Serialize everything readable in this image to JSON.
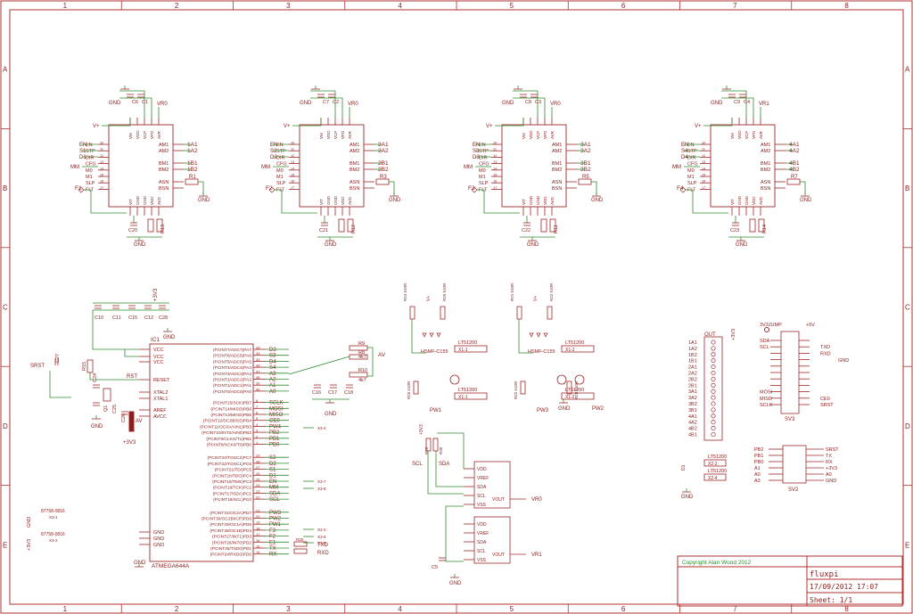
{
  "frame": {
    "columns": [
      "1",
      "2",
      "3",
      "4",
      "5",
      "6",
      "7",
      "8"
    ],
    "rows": [
      "A",
      "B",
      "C",
      "D",
      "E"
    ]
  },
  "colors": {
    "line": "#a0282a",
    "net": "#2e8b2e",
    "text": "#8b1a1a",
    "frame": "#b03030"
  },
  "drivers": [
    {
      "id": "1",
      "flt": "F1",
      "caps": [
        "C6",
        "C1"
      ],
      "r_top": "VR0",
      "rs": "R1",
      "cap_bottom": "C20",
      "r_bottom": "R13",
      "sig": [
        "EN",
        "S1",
        "D1",
        "MM"
      ],
      "out": [
        "1A1",
        "1A2",
        "1B1",
        "1B2"
      ]
    },
    {
      "id": "2",
      "flt": "F2",
      "caps": [
        "C7",
        "C2"
      ],
      "r_top": "VR0",
      "rs": "R3",
      "cap_bottom": "C21",
      "r_bottom": "R12",
      "sig": [
        "EN",
        "S2",
        "D2",
        "MM"
      ],
      "out": [
        "2A1",
        "2A2",
        "2B1",
        "2B2"
      ]
    },
    {
      "id": "3",
      "flt": "F3",
      "caps": [
        "C8",
        "C3"
      ],
      "r_top": "VR0",
      "rs": "R5",
      "cap_bottom": "C22",
      "r_bottom": "R11",
      "sig": [
        "EN",
        "S3",
        "D3",
        "MM"
      ],
      "out": [
        "3A1",
        "3A2",
        "3B1",
        "3B2"
      ]
    },
    {
      "id": "4",
      "flt": "F4",
      "caps": [
        "C9",
        "C4"
      ],
      "r_top": "VR1",
      "rs": "R7",
      "cap_bottom": "C23",
      "r_bottom": "R14",
      "sig": [
        "EN",
        "S4",
        "D4",
        "MM"
      ],
      "out": [
        "4A1",
        "4A2",
        "4B1",
        "4B2"
      ]
    }
  ],
  "driver_pins_left": [
    "EN",
    "STP",
    "DIR",
    "CFG",
    "M0",
    "M1",
    "SLP",
    "FLT"
  ],
  "driver_pins_top": [
    "VM",
    "VDD",
    "VCP",
    "VPD",
    "AVR"
  ],
  "driver_pins_right": [
    "AM1",
    "AM2",
    "BM1",
    "BM2",
    "ASN",
    "BSN"
  ],
  "driver_pins_bottom": [
    "VIT",
    "GND",
    "GND",
    "VDD",
    "AVD"
  ],
  "labels": {
    "gnd": "GND",
    "vplus": "V+",
    "av": "AV",
    "v33": "+3V3",
    "v5": "+5V"
  },
  "mcu": {
    "name": "IC1",
    "part": "ATMEGA644A",
    "left_pins": [
      "VCC",
      "VCC",
      "VCC",
      "RESET",
      "XTAL2",
      "XTAL1",
      "AREF",
      "AVCC",
      "GND",
      "GND",
      "GND"
    ],
    "right_pins": [
      "(PCINT7/ADC7)PA7",
      "(PCINT6/ADC6)PA6",
      "(PCINT5/ADC5)PA5",
      "(PCINT4/ADC4)PA4",
      "(PCINT3/ADC3)PA3",
      "(PCINT2/ADC2)PA2",
      "(PCINT1/ADC1)PA1",
      "(PCINT0/ADC0)PA0",
      "(PCINT15/SCK)PB7",
      "(PCINT14/MISO)PB6",
      "(PCINT13/MOSI)PB5",
      "(PCINT12/OC0B/SS)PB4",
      "(PCINT11/OC0A/AIN1)PB3",
      "(PCINT10/INT2/AIN0)PB2",
      "(PCINT9/CLKO/T1)PB1",
      "(PCINT8/XCK0/T0)PB0",
      "(PCINT23/TOSC2)PC7",
      "(PCINT22/TOSC1)PC6",
      "(PCINT21/TDI)PC5",
      "(PCINT20/TDO)PC4",
      "(PCINT19/TMS)PC3",
      "(PCINT18/TCK)PC2",
      "(PCINT17/SDA)PC1",
      "(PCINT16/SCL)PC0",
      "(PCINT31/OC2A)PD7",
      "(PCINT30/OC2B/ICP)PD6",
      "(PCINT29/OC1A)PD5",
      "(PCINT28/OC1B)PD4",
      "(PCINT27/INT1)PD3",
      "(PCINT26/INT0)PD2",
      "(PCINT25/TXD0)PD1",
      "(PCINT24/RXD0)PD0"
    ],
    "right_nets": [
      "D3",
      "S3",
      "D4",
      "S4",
      "A3",
      "A2",
      "A1",
      "A0",
      "SCLK",
      "MOSI",
      "MISO",
      "CE0",
      "PW4",
      "PB2",
      "PB1",
      "PB0",
      "S2",
      "D2",
      "S1",
      "D1",
      "EN",
      "MM",
      "SDA",
      "SCL",
      "PW3",
      "PW2",
      "PW1",
      "F3",
      "F2",
      "E1",
      "TX",
      "RX"
    ],
    "pin_numbers_right": [
      "33",
      "34",
      "35",
      "36",
      "37",
      "38",
      "39",
      "40",
      "8",
      "7",
      "6",
      "5",
      "4",
      "3",
      "2",
      "1",
      "29",
      "28",
      "27",
      "26",
      "25",
      "24",
      "23",
      "22",
      "21",
      "20",
      "19",
      "18",
      "17",
      "16",
      "15",
      "14"
    ]
  },
  "passives": {
    "decoupling": [
      "C10",
      "C11",
      "C15",
      "C12",
      "C28"
    ],
    "reset": [
      "SRST",
      "C27",
      "R15",
      "RST"
    ],
    "crystal": [
      "C24",
      "Q1",
      "C25",
      "C26"
    ],
    "adc_res": [
      "R9",
      "R8",
      "R10"
    ],
    "adc_caps": [
      "C16",
      "C17",
      "C18"
    ],
    "adc_vals": [
      "4k7",
      "4k7"
    ],
    "xrefs": [
      "X3-4",
      "X3-7",
      "X3-8",
      "X3-3",
      "X3-6",
      "X3-5"
    ],
    "txd_rxd": [
      "R20",
      "R20",
      "TXD",
      "RXD"
    ]
  },
  "opto": [
    {
      "name": "PW1",
      "res1": "R24 510R",
      "res2": "R25 510R",
      "part": "HSMF-C155",
      "conn": "LT51200",
      "x": "X1-1"
    },
    {
      "name": "PW3",
      "res1": "R21 510R",
      "res2": "R22 510R",
      "part": "HSMF-C155",
      "conn": "LT51200",
      "x": "X1-2"
    },
    {
      "name": "PW2",
      "res1": "R26 510R",
      "res2": "R28 510R",
      "part": "",
      "conn": "LT51200",
      "x": "X1-3"
    }
  ],
  "dac": {
    "pins": [
      "VDD",
      "VREF",
      "SDA",
      "SCL",
      "VSS",
      "VOUT"
    ],
    "outs": [
      "VR0",
      "VR1"
    ],
    "cap": "C5",
    "labels": [
      "SCL",
      "SDA"
    ],
    "res": [
      "R29",
      "R30"
    ]
  },
  "connectors": {
    "out": {
      "name": "OUT",
      "pins": [
        "1A1",
        "1A2",
        "1B2",
        "1B1",
        "2A1",
        "2A2",
        "2B2",
        "2B1",
        "3A1",
        "3A2",
        "3B2",
        "3B1",
        "4A1",
        "4A2",
        "4B2",
        "4B1"
      ]
    },
    "sv3": {
      "name": "SV3",
      "jumper": "3V3JUMP",
      "left": [
        "SDA",
        "SCL",
        "",
        "",
        "",
        "",
        "",
        "",
        "MOSI",
        "MISO",
        "SCLK"
      ],
      "right": [
        "",
        "TXD",
        "RXD",
        "",
        "",
        "",
        "",
        "",
        "",
        "CE0",
        "SRST"
      ]
    },
    "sv2": {
      "name": "SV2",
      "left": [
        "PB2",
        "PB1",
        "PB0",
        "A1",
        "A0",
        "A3"
      ],
      "right": [
        "SRST",
        "TX",
        "RX",
        "+3V3",
        "A0",
        "GND"
      ]
    },
    "x_small": [
      "87758-0816",
      "X3-1",
      "87758-0816",
      "X3-2"
    ],
    "leds": [
      "D1",
      "LT51200",
      "X2-2",
      "LT51200",
      "X2-4"
    ]
  },
  "titleblock": {
    "copyright": "Copyright Alan Wood 2012",
    "name": "fluxpi",
    "date": "17/09/2012 17:07",
    "sheet": "Sheet: 1/1"
  }
}
